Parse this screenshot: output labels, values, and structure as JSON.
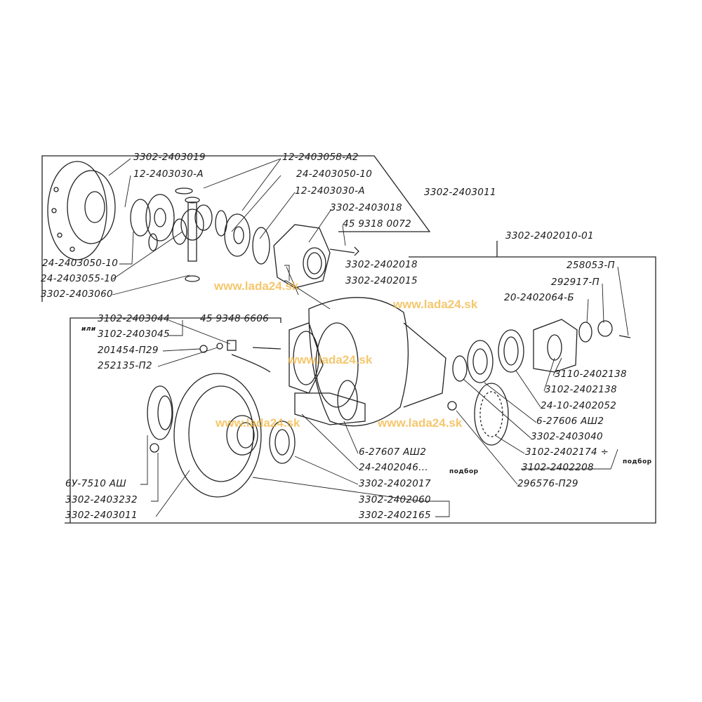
{
  "top_group": {
    "labels": [
      "3302-2403019",
      "12-2403030-А",
      "12-2403058-А2",
      "24-2403050-10",
      "12-2403030-А",
      "3302-2403011",
      "3302-2403018",
      "45 9318 0072",
      "24-2403050-10",
      "24-2403055-10",
      "3302-2403060"
    ]
  },
  "main_group": {
    "assembly_label": "3302-2402010-01",
    "labels": [
      "3302-2402018",
      "3302-2402015",
      "258053-П",
      "292917-П",
      "20-2402064-Б",
      "3110-2402138",
      "3102-2402138",
      "24-10-2402052",
      "6-27606 АШ2",
      "3302-2403040",
      "3102-2402174 ÷",
      "3102-2402208",
      "296576-П29",
      "6-27607 АШ2",
      "24-2402046...",
      "3302-2402017",
      "3302-2402060",
      "3302-2402165"
    ],
    "podbor": "подбор",
    "or_word": "или",
    "left_labels": [
      "3102-2403044",
      "3102-2403045",
      "201454-П29",
      "252135-П2",
      "45 9348 6606",
      "6У-7510 АШ",
      "3302-2403232",
      "3302-2403011"
    ]
  },
  "watermark": "www.lada24.sk"
}
